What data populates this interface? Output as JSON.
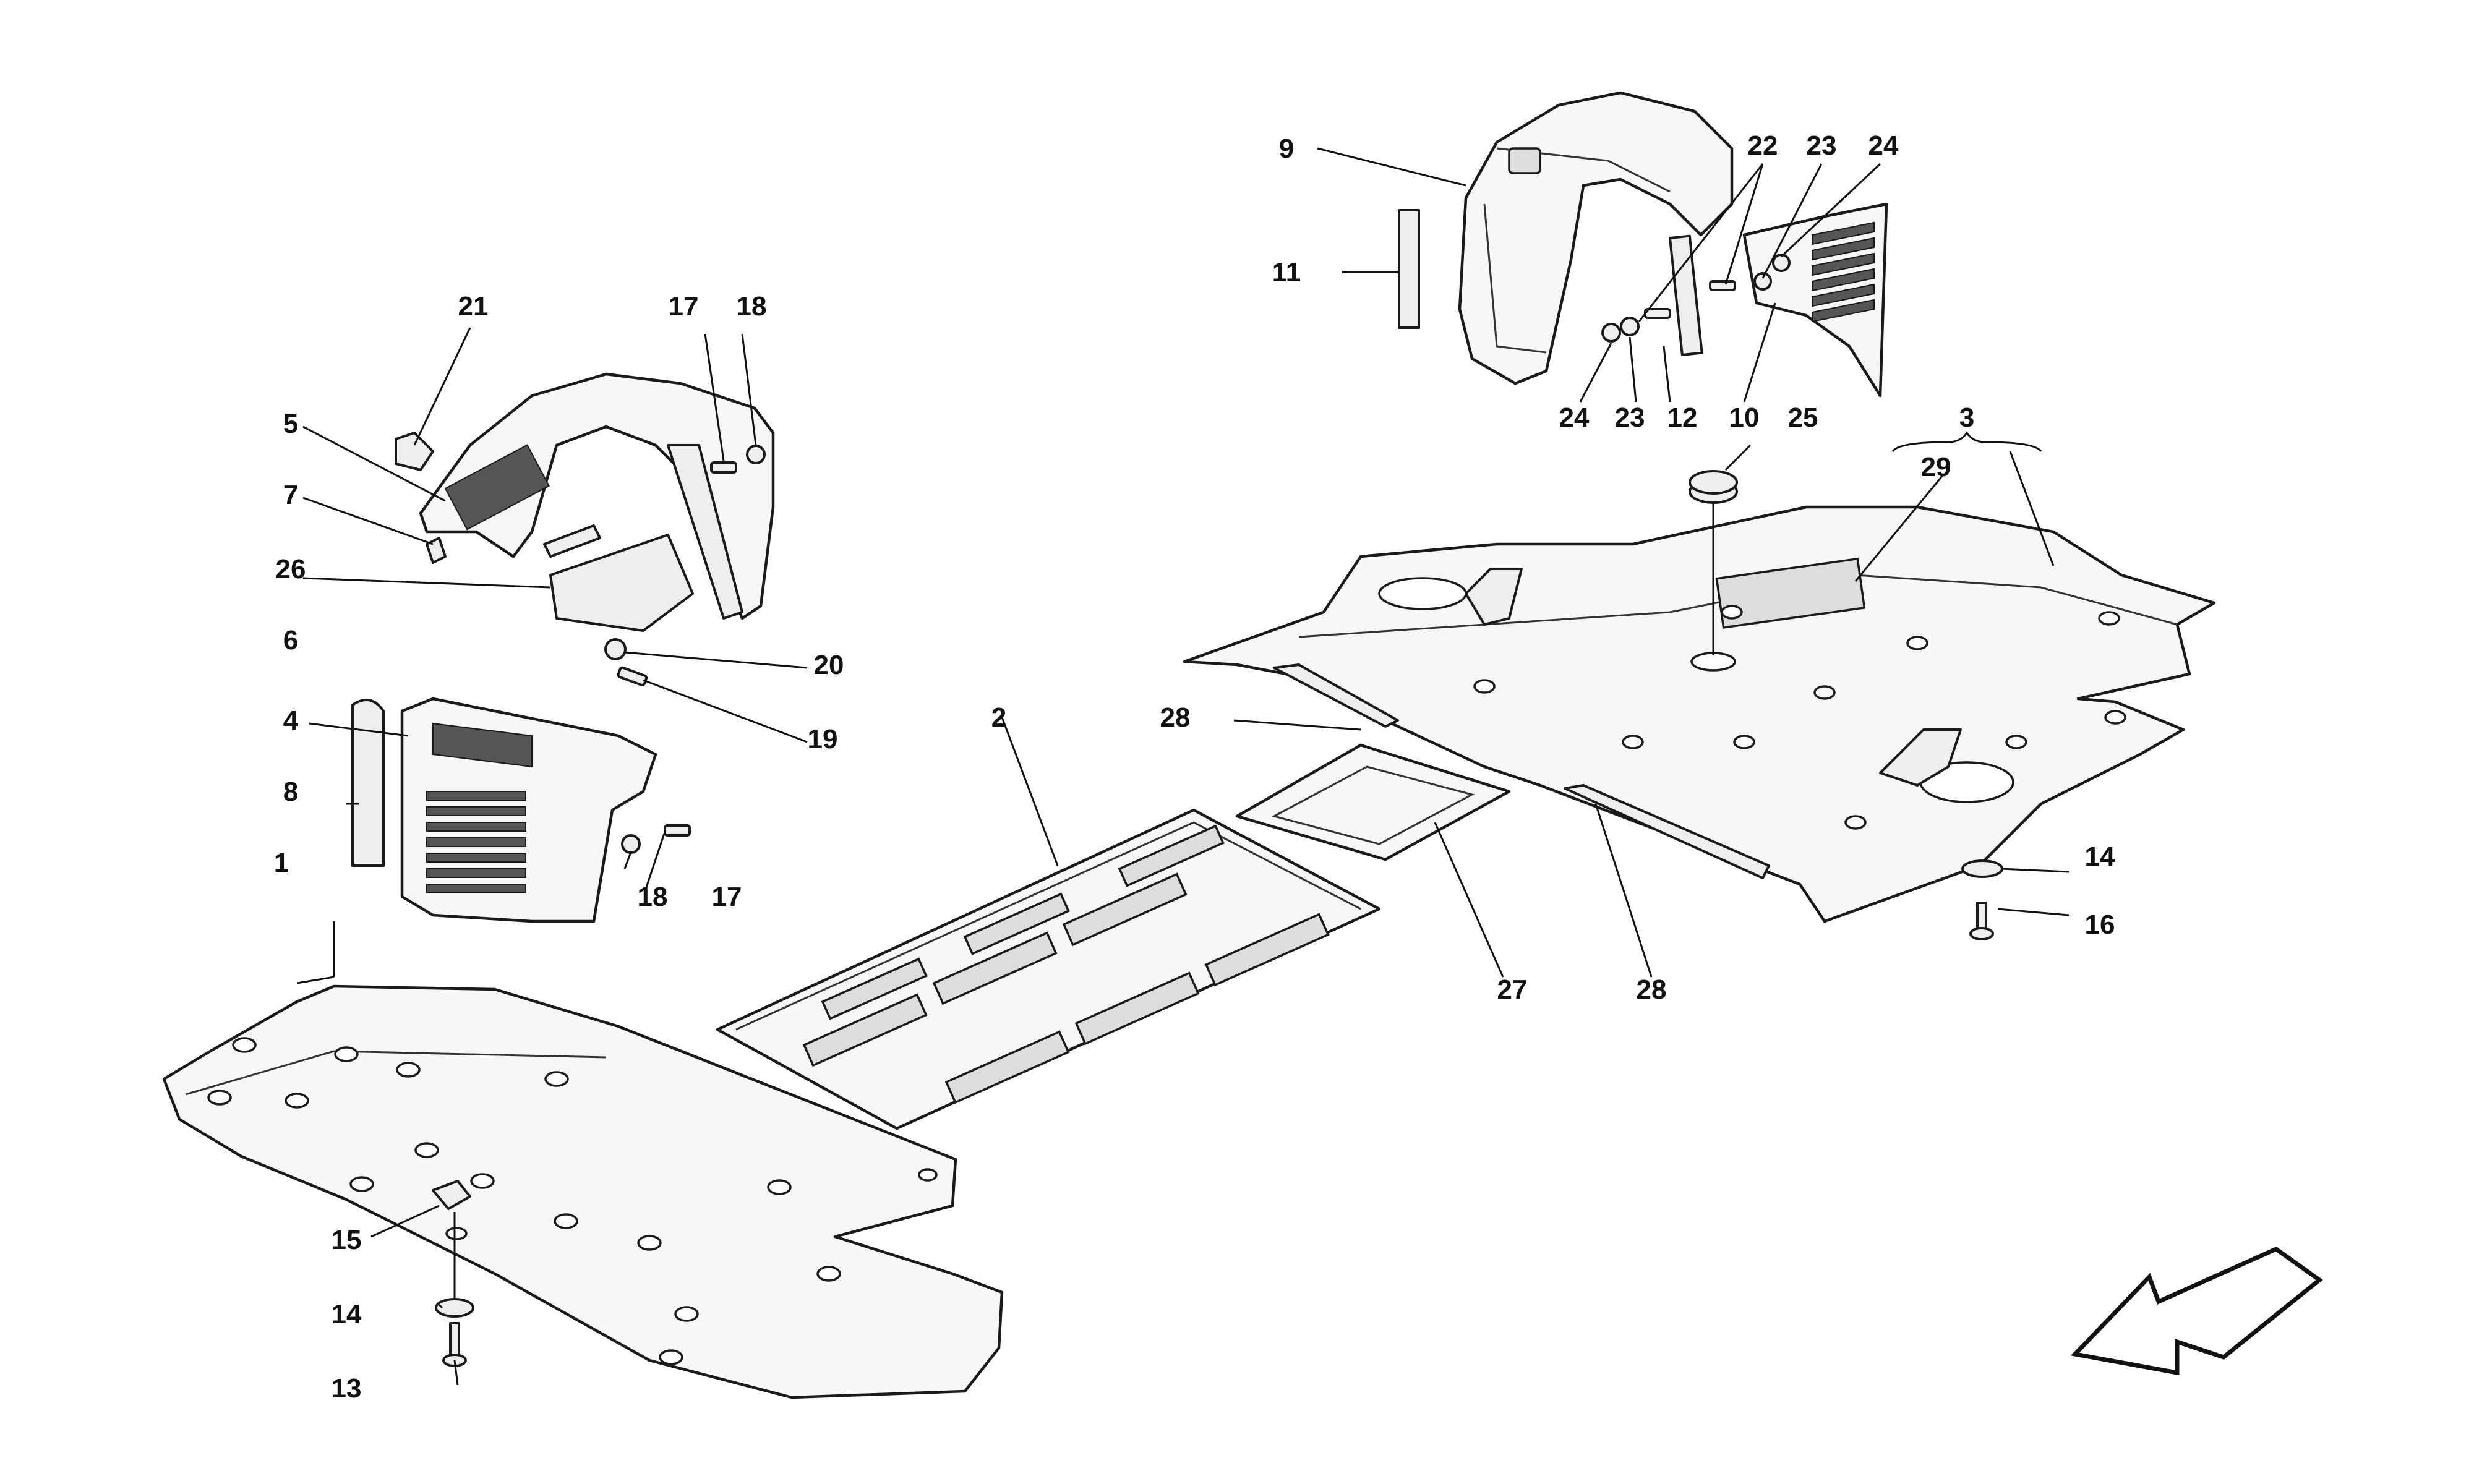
{
  "diagram": {
    "parts": [
      {
        "ref": "1"
      },
      {
        "ref": "2"
      },
      {
        "ref": "3"
      },
      {
        "ref": "4"
      },
      {
        "ref": "5"
      },
      {
        "ref": "6"
      },
      {
        "ref": "7"
      },
      {
        "ref": "8"
      },
      {
        "ref": "9"
      },
      {
        "ref": "10"
      },
      {
        "ref": "11"
      },
      {
        "ref": "12"
      },
      {
        "ref": "13"
      },
      {
        "ref": "14"
      },
      {
        "ref": "15"
      },
      {
        "ref": "16"
      },
      {
        "ref": "17"
      },
      {
        "ref": "18"
      },
      {
        "ref": "19"
      },
      {
        "ref": "20"
      },
      {
        "ref": "21"
      },
      {
        "ref": "22"
      },
      {
        "ref": "23"
      },
      {
        "ref": "24"
      },
      {
        "ref": "25"
      },
      {
        "ref": "26"
      },
      {
        "ref": "27"
      },
      {
        "ref": "28"
      },
      {
        "ref": "29"
      }
    ],
    "labels": {
      "c1": "1",
      "c2": "2",
      "c3": "3",
      "c4": "4",
      "c5": "5",
      "c6": "6",
      "c7": "7",
      "c8": "8",
      "c9": "9",
      "c10": "10",
      "c11": "11",
      "c12": "12",
      "c13": "13",
      "c14a": "14",
      "c14b": "14",
      "c15": "15",
      "c16": "16",
      "c17a": "17",
      "c17b": "17",
      "c18a": "18",
      "c18b": "18",
      "c19": "19",
      "c20": "20",
      "c21": "21",
      "c22": "22",
      "c23a": "23",
      "c23b": "23",
      "c24a": "24",
      "c24b": "24",
      "c25": "25",
      "c26": "26",
      "c27": "27",
      "c28a": "28",
      "c28b": "28",
      "c29": "29"
    },
    "direction_arrow_icon": "front-direction-arrow-icon",
    "colors": {
      "line": "#1a1a1a",
      "fill": "#f7f7f7",
      "background": "#ffffff"
    }
  }
}
